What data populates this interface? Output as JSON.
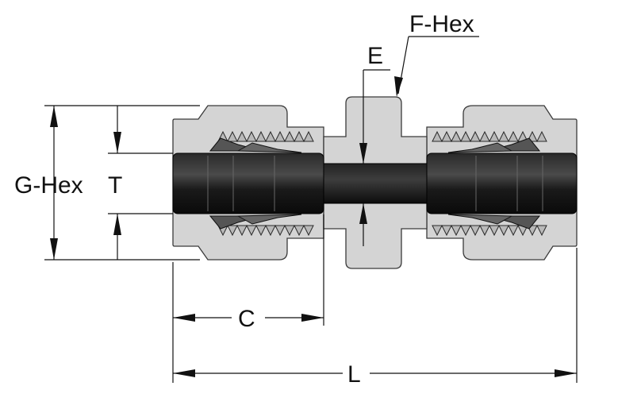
{
  "labels": {
    "g_hex": "G-Hex",
    "t": "T",
    "c": "C",
    "l": "L",
    "e": "E",
    "f_hex": "F-Hex"
  },
  "colors": {
    "body": "#d4d4d4",
    "tube": "#141414",
    "outline": "#3a3a3a",
    "line": "#111111"
  }
}
